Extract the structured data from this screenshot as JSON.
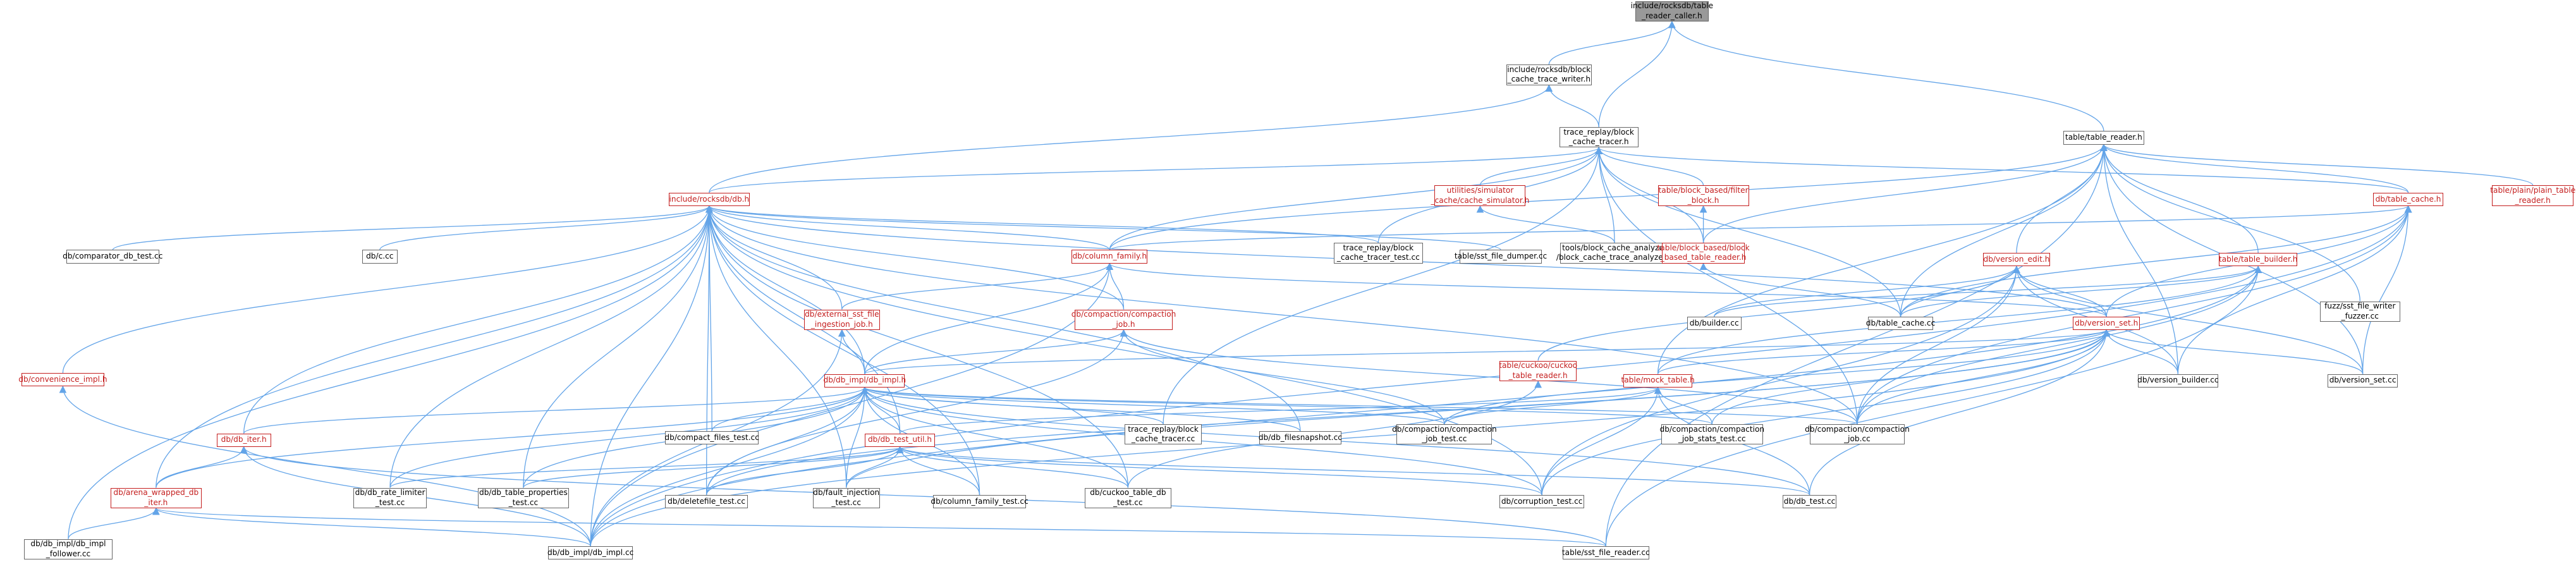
{
  "graph": {
    "arrow_color": "#63a4e8",
    "nodes": {
      "n1": {
        "lines": [
          "include/rocksdb/table",
          "_reader_caller.h"
        ],
        "style": "root"
      },
      "n2": {
        "lines": [
          "include/rocksdb/block",
          "_cache_trace_writer.h"
        ],
        "style": "normal"
      },
      "n3": {
        "lines": [
          "trace_replay/block",
          "_cache_tracer.h"
        ],
        "style": "normal"
      },
      "n4": {
        "lines": [
          "table/table_reader.h"
        ],
        "style": "normal"
      },
      "n5": {
        "lines": [
          "include/rocksdb/db.h"
        ],
        "style": "red"
      },
      "n6": {
        "lines": [
          "utilities/simulator",
          "_cache/cache_simulator.h"
        ],
        "style": "red"
      },
      "n7": {
        "lines": [
          "table/block_based/filter",
          "_block.h"
        ],
        "style": "red"
      },
      "n8": {
        "lines": [
          "db/table_cache.h"
        ],
        "style": "red"
      },
      "n9": {
        "lines": [
          "table/plain/plain_table",
          "_reader.h"
        ],
        "style": "red"
      },
      "n10": {
        "lines": [
          "db/comparator_db_test.cc"
        ],
        "style": "normal"
      },
      "n11": {
        "lines": [
          "db/c.cc"
        ],
        "style": "normal"
      },
      "n12": {
        "lines": [
          "db/column_family.h"
        ],
        "style": "red"
      },
      "n13": {
        "lines": [
          "trace_replay/block",
          "_cache_tracer_test.cc"
        ],
        "style": "normal"
      },
      "n14": {
        "lines": [
          "table/sst_file_dumper.cc"
        ],
        "style": "normal"
      },
      "n15": {
        "lines": [
          "tools/block_cache_analyzer",
          "/block_cache_trace_analyzer.h"
        ],
        "style": "normal"
      },
      "n16": {
        "lines": [
          "table/block_based/block",
          "_based_table_reader.h"
        ],
        "style": "red"
      },
      "n17": {
        "lines": [
          "db/version_edit.h"
        ],
        "style": "red"
      },
      "n18": {
        "lines": [
          "table/table_builder.h"
        ],
        "style": "red"
      },
      "n19": {
        "lines": [
          "fuzz/sst_file_writer",
          "_fuzzer.cc"
        ],
        "style": "normal"
      },
      "n20": {
        "lines": [
          "db/convenience_impl.h"
        ],
        "style": "red"
      },
      "n21": {
        "lines": [
          "db/external_sst_file",
          "_ingestion_job.h"
        ],
        "style": "red"
      },
      "n22": {
        "lines": [
          "db/compaction/compaction",
          "_job.h"
        ],
        "style": "red"
      },
      "n23": {
        "lines": [
          "db/builder.cc"
        ],
        "style": "normal"
      },
      "n24": {
        "lines": [
          "db/table_cache.cc"
        ],
        "style": "normal"
      },
      "n25": {
        "lines": [
          "db/version_set.h"
        ],
        "style": "red"
      },
      "n26": {
        "lines": [
          "table/cuckoo/cuckoo",
          "_table_reader.h"
        ],
        "style": "red"
      },
      "n27": {
        "lines": [
          "db/db_impl/db_impl.h"
        ],
        "style": "red"
      },
      "n28": {
        "lines": [
          "table/mock_table.h"
        ],
        "style": "red"
      },
      "n29": {
        "lines": [
          "db/version_builder.cc"
        ],
        "style": "normal"
      },
      "n30": {
        "lines": [
          "db/version_set.cc"
        ],
        "style": "normal"
      },
      "n31": {
        "lines": [
          "db/compact_files_test.cc"
        ],
        "style": "normal"
      },
      "n32": {
        "lines": [
          "trace_replay/block",
          "_cache_tracer.cc"
        ],
        "style": "normal"
      },
      "n33": {
        "lines": [
          "db/db_filesnapshot.cc"
        ],
        "style": "normal"
      },
      "n34": {
        "lines": [
          "db/compaction/compaction",
          "_job_test.cc"
        ],
        "style": "normal"
      },
      "n35": {
        "lines": [
          "db/compaction/compaction",
          "_job_stats_test.cc"
        ],
        "style": "normal"
      },
      "n36": {
        "lines": [
          "db/compaction/compaction",
          "_job.cc"
        ],
        "style": "normal"
      },
      "n37": {
        "lines": [
          "db/db_iter.h"
        ],
        "style": "red"
      },
      "n38": {
        "lines": [
          "db/db_test_util.h"
        ],
        "style": "red"
      },
      "n39": {
        "lines": [
          "db/arena_wrapped_db",
          "_iter.h"
        ],
        "style": "red"
      },
      "n40": {
        "lines": [
          "db/db_rate_limiter",
          "_test.cc"
        ],
        "style": "normal"
      },
      "n41": {
        "lines": [
          "db/db_table_properties",
          "_test.cc"
        ],
        "style": "normal"
      },
      "n42": {
        "lines": [
          "db/deletefile_test.cc"
        ],
        "style": "normal"
      },
      "n43": {
        "lines": [
          "db/fault_injection",
          "_test.cc"
        ],
        "style": "normal"
      },
      "n44": {
        "lines": [
          "db/column_family_test.cc"
        ],
        "style": "normal"
      },
      "n45": {
        "lines": [
          "db/cuckoo_table_db",
          "_test.cc"
        ],
        "style": "normal"
      },
      "n46": {
        "lines": [
          "db/corruption_test.cc"
        ],
        "style": "normal"
      },
      "n47": {
        "lines": [
          "db/db_test.cc"
        ],
        "style": "normal"
      },
      "n48": {
        "lines": [
          "db/db_impl/db_impl",
          "_follower.cc"
        ],
        "style": "normal"
      },
      "n49": {
        "lines": [
          "db/db_impl/db_impl.cc"
        ],
        "style": "normal"
      },
      "n50": {
        "lines": [
          "table/sst_file_reader.cc"
        ],
        "style": "normal"
      }
    },
    "edges": [
      [
        "n2",
        "n1"
      ],
      [
        "n3",
        "n1"
      ],
      [
        "n4",
        "n1"
      ],
      [
        "n3",
        "n2"
      ],
      [
        "n5",
        "n2"
      ],
      [
        "n5",
        "n3"
      ],
      [
        "n6",
        "n3"
      ],
      [
        "n7",
        "n3"
      ],
      [
        "n8",
        "n3"
      ],
      [
        "n12",
        "n3"
      ],
      [
        "n13",
        "n3"
      ],
      [
        "n15",
        "n3"
      ],
      [
        "n16",
        "n3"
      ],
      [
        "n24",
        "n3"
      ],
      [
        "n36",
        "n3"
      ],
      [
        "n32",
        "n3"
      ],
      [
        "n8",
        "n4"
      ],
      [
        "n9",
        "n4"
      ],
      [
        "n16",
        "n4"
      ],
      [
        "n17",
        "n4"
      ],
      [
        "n18",
        "n4"
      ],
      [
        "n19",
        "n4"
      ],
      [
        "n24",
        "n4"
      ],
      [
        "n29",
        "n4"
      ],
      [
        "n30",
        "n4"
      ],
      [
        "n50",
        "n4"
      ],
      [
        "n28",
        "n4"
      ],
      [
        "n12",
        "n4"
      ],
      [
        "n10",
        "n5"
      ],
      [
        "n11",
        "n5"
      ],
      [
        "n12",
        "n5"
      ],
      [
        "n13",
        "n5"
      ],
      [
        "n14",
        "n5"
      ],
      [
        "n20",
        "n5"
      ],
      [
        "n21",
        "n5"
      ],
      [
        "n22",
        "n5"
      ],
      [
        "n27",
        "n5"
      ],
      [
        "n37",
        "n5"
      ],
      [
        "n38",
        "n5"
      ],
      [
        "n39",
        "n5"
      ],
      [
        "n40",
        "n5"
      ],
      [
        "n41",
        "n5"
      ],
      [
        "n42",
        "n5"
      ],
      [
        "n43",
        "n5"
      ],
      [
        "n44",
        "n5"
      ],
      [
        "n45",
        "n5"
      ],
      [
        "n48",
        "n5"
      ],
      [
        "n49",
        "n5"
      ],
      [
        "n31",
        "n5"
      ],
      [
        "n33",
        "n5"
      ],
      [
        "n36",
        "n5"
      ],
      [
        "n46",
        "n5"
      ],
      [
        "n25",
        "n5"
      ],
      [
        "n15",
        "n6"
      ],
      [
        "n16",
        "n7"
      ],
      [
        "n24",
        "n16"
      ],
      [
        "n12",
        "n8"
      ],
      [
        "n24",
        "n8"
      ],
      [
        "n25",
        "n8"
      ],
      [
        "n29",
        "n8"
      ],
      [
        "n30",
        "n8"
      ],
      [
        "n49",
        "n8"
      ],
      [
        "n36",
        "n8"
      ],
      [
        "n21",
        "n12"
      ],
      [
        "n22",
        "n12"
      ],
      [
        "n27",
        "n12"
      ],
      [
        "n25",
        "n12"
      ],
      [
        "n49",
        "n12"
      ],
      [
        "n23",
        "n17"
      ],
      [
        "n24",
        "n17"
      ],
      [
        "n25",
        "n17"
      ],
      [
        "n26",
        "n17"
      ],
      [
        "n29",
        "n17"
      ],
      [
        "n30",
        "n17"
      ],
      [
        "n36",
        "n17"
      ],
      [
        "n46",
        "n17"
      ],
      [
        "n23",
        "n18"
      ],
      [
        "n24",
        "n18"
      ],
      [
        "n28",
        "n18"
      ],
      [
        "n36",
        "n18"
      ],
      [
        "n49",
        "n18"
      ],
      [
        "n50",
        "n18"
      ],
      [
        "n49",
        "n20"
      ],
      [
        "n27",
        "n21"
      ],
      [
        "n49",
        "n21"
      ],
      [
        "n34",
        "n22"
      ],
      [
        "n36",
        "n22"
      ],
      [
        "n27",
        "n22"
      ],
      [
        "n42",
        "n22"
      ],
      [
        "n27",
        "n25"
      ],
      [
        "n28",
        "n25"
      ],
      [
        "n29",
        "n25"
      ],
      [
        "n30",
        "n25"
      ],
      [
        "n34",
        "n25"
      ],
      [
        "n35",
        "n25"
      ],
      [
        "n36",
        "n25"
      ],
      [
        "n46",
        "n25"
      ],
      [
        "n47",
        "n25"
      ],
      [
        "n49",
        "n25"
      ],
      [
        "n43",
        "n25"
      ],
      [
        "n42",
        "n25"
      ],
      [
        "n45",
        "n26"
      ],
      [
        "n31",
        "n27"
      ],
      [
        "n32",
        "n27"
      ],
      [
        "n33",
        "n27"
      ],
      [
        "n34",
        "n27"
      ],
      [
        "n35",
        "n27"
      ],
      [
        "n36",
        "n27"
      ],
      [
        "n37",
        "n27"
      ],
      [
        "n38",
        "n27"
      ],
      [
        "n39",
        "n27"
      ],
      [
        "n40",
        "n27"
      ],
      [
        "n41",
        "n27"
      ],
      [
        "n42",
        "n27"
      ],
      [
        "n43",
        "n27"
      ],
      [
        "n44",
        "n27"
      ],
      [
        "n45",
        "n27"
      ],
      [
        "n46",
        "n27"
      ],
      [
        "n47",
        "n27"
      ],
      [
        "n49",
        "n27"
      ],
      [
        "n34",
        "n28"
      ],
      [
        "n35",
        "n28"
      ],
      [
        "n46",
        "n28"
      ],
      [
        "n47",
        "n28"
      ],
      [
        "n38",
        "n28"
      ],
      [
        "n39",
        "n37"
      ],
      [
        "n49",
        "n37"
      ],
      [
        "n50",
        "n37"
      ],
      [
        "n40",
        "n38"
      ],
      [
        "n41",
        "n38"
      ],
      [
        "n42",
        "n38"
      ],
      [
        "n43",
        "n38"
      ],
      [
        "n44",
        "n38"
      ],
      [
        "n45",
        "n38"
      ],
      [
        "n46",
        "n38"
      ],
      [
        "n47",
        "n38"
      ],
      [
        "n48",
        "n39"
      ],
      [
        "n49",
        "n39"
      ],
      [
        "n50",
        "n39"
      ]
    ]
  }
}
